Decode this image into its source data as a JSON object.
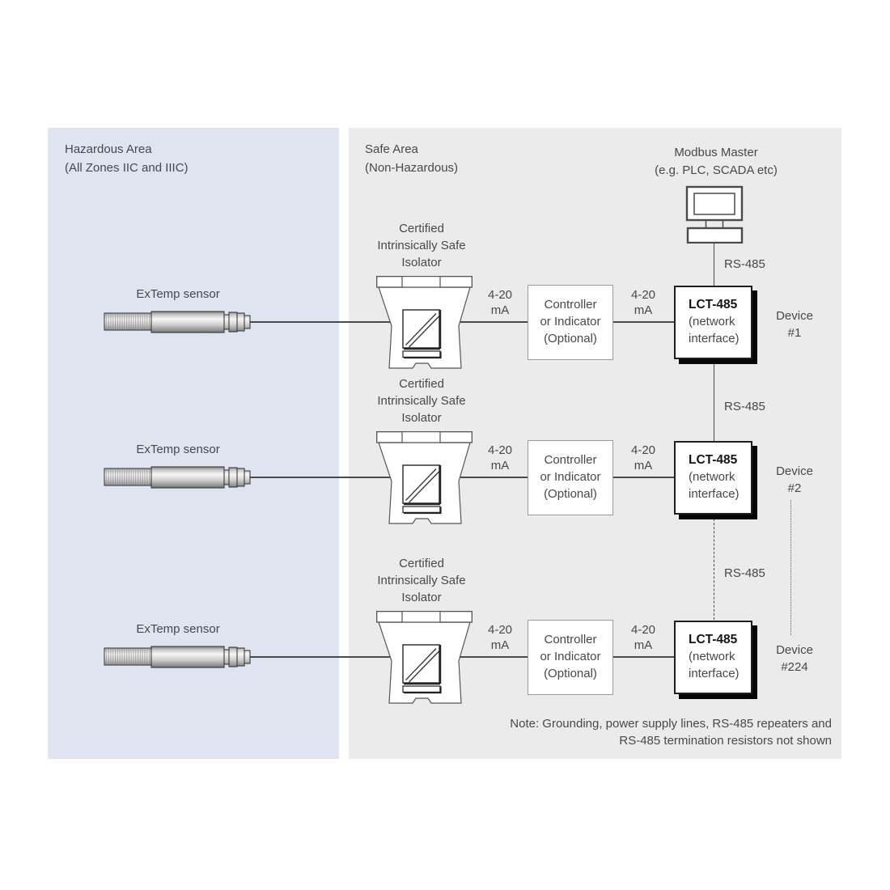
{
  "hazardous_area": {
    "title": "Hazardous Area",
    "subtitle": "(All Zones IIC and IIIC)"
  },
  "safe_area": {
    "title": "Safe Area",
    "subtitle": "(Non-Hazardous)"
  },
  "modbus_master": {
    "title": "Modbus Master",
    "subtitle": "(e.g. PLC, SCADA etc)"
  },
  "shared": {
    "sensor_label": "ExTemp sensor",
    "isolator_caption_line1": "Certified",
    "isolator_caption_line2": "Intrinsically Safe",
    "isolator_caption_line3": "Isolator",
    "signal_line1": "4-20",
    "signal_line2": "mA",
    "controller_line1": "Controller",
    "controller_line2": "or Indicator",
    "controller_line3": "(Optional)",
    "lct_title": "LCT-485",
    "lct_line2": "(network",
    "lct_line3": "interface)",
    "rs485": "RS-485"
  },
  "devices": [
    {
      "line1": "Device",
      "line2": "#1"
    },
    {
      "line1": "Device",
      "line2": "#2"
    },
    {
      "line1": "Device",
      "line2": "#224"
    }
  ],
  "note": {
    "line1": "Note: Grounding, power supply lines, RS-485 repeaters and",
    "line2": "RS-485 termination resistors not shown"
  },
  "colors": {
    "hazardous_bg": "#dee5f0",
    "safe_bg": "#ebebeb",
    "text": "#45484d",
    "line": "#4a4a4a",
    "lct_shadow": "#070707"
  }
}
